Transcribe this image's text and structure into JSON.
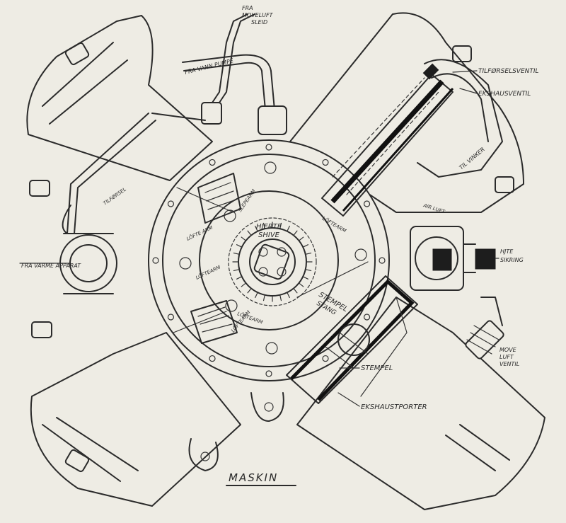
{
  "diagram": {
    "title": "MASKIN",
    "labels": {
      "fra_moveluft_sleid": [
        "FRA",
        "MOVELUFT",
        "SLEID"
      ],
      "fra_vannpumpe": "FRA VANN PUMPE",
      "tilforselsventil": "TILFØRSELSVENTIL",
      "ekshausventil": "EKSHAUSVENTIL",
      "til_vinker": "TIL VINKER",
      "fra_varmeapparat": "FRA VARME APPARAT",
      "hjerte_shive": [
        "HJERTE",
        "SHIVE"
      ],
      "hjerte_sikring": [
        "HJTE",
        "SIKRING"
      ],
      "stempel_stang": [
        "STEMPEL",
        "STANG"
      ],
      "stempel": "STEMPEL",
      "ekshausporter": "EKSHAUSTPORTER",
      "move_luft_ventil": [
        "MOVE",
        "LUFT",
        "VENTIL"
      ],
      "loftearm": [
        "LÖFTE ARM",
        "LÖFTEARM",
        "LÖFTEARM",
        "LÖFTEARM",
        "LÖFTEARM"
      ],
      "slepearm": "SLEPEARM",
      "rorbend": "TILFØRSEL",
      "luft": "AIR LUFT"
    }
  }
}
